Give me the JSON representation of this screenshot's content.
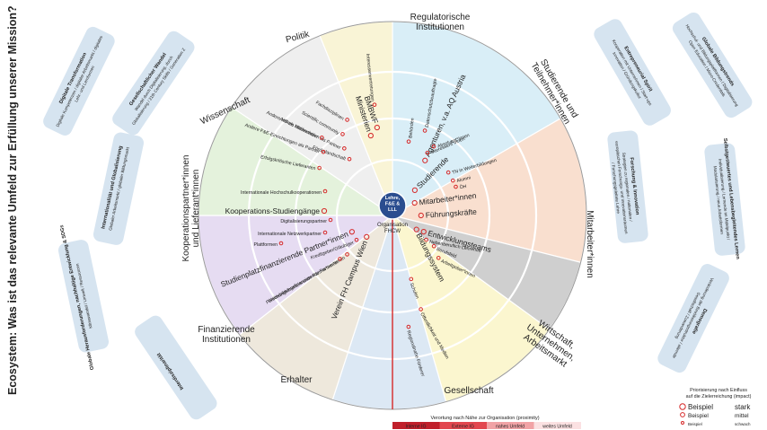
{
  "title": "Ecosystem: Was ist das relevante Umfeld zur Erfüllung unserer Mission?",
  "center": {
    "lines": [
      "Lehre,",
      "F&E &",
      "LLL"
    ],
    "sub_lines": [
      "Organisation",
      "FHCW"
    ]
  },
  "sectors": [
    {
      "name": "Regulatorische Institutionen",
      "lines": [
        "Regulatorische",
        "Institutionen"
      ],
      "color": "#d9eef7",
      "label_color": "#2c4f8c"
    },
    {
      "name": "Studierende und Teilnehmer*innen",
      "lines": [
        "Studierende und",
        "Teilnehmer*innen"
      ],
      "color": "#f9dfcf",
      "label_color": "#b3621d"
    },
    {
      "name": "Mitarbeiter*innen",
      "lines": [
        "Mitarbeiter*innen"
      ],
      "color": "#cfcfcf",
      "label_color": "#444444"
    },
    {
      "name": "Wirtschaft, Unternehmen, Arbeitsmarkt",
      "lines": [
        "Wirtschaft,",
        "Unternehmen,",
        "Arbeitsmarkt"
      ],
      "color": "#fbf6cf",
      "label_color": "#c48a1a"
    },
    {
      "name": "Gesellschaft",
      "lines": [
        "Gesellschaft"
      ],
      "color": "#dce8f4",
      "label_color": "#2c4f8c"
    },
    {
      "name": "Erhalter",
      "lines": [
        "Erhalter"
      ],
      "color": "#eee8dc",
      "label_color": "#6b5a2a"
    },
    {
      "name": "Finanzierende Institutionen",
      "lines": [
        "Finanzierende",
        "Institutionen"
      ],
      "color": "#e6dcf2",
      "label_color": "#6a3d9a"
    },
    {
      "name": "Kooperationspartner*innen und Lieferant*innen",
      "lines": [
        "Kooperationspartner*innen",
        "und Lieferant*innen"
      ],
      "color": "#e4f2dc",
      "label_color": "#4b8a2e"
    },
    {
      "name": "Wissenschaft",
      "lines": [
        "Wissenschaft"
      ],
      "color": "#efefef",
      "label_color": "#333333"
    },
    {
      "name": "Politik",
      "lines": [
        "Politik"
      ],
      "color": "#f9f4d6",
      "label_color": "#8a7a2a"
    }
  ],
  "items": [
    {
      "text": "Agenturen, v.a. AQ Austria",
      "size": "l"
    },
    {
      "text": "Datenschutzbeauftragte",
      "size": "s"
    },
    {
      "text": "Behörden",
      "size": "s"
    },
    {
      "text": "Studierende",
      "size": "l"
    },
    {
      "text": "Interessent*innen",
      "size": "s"
    },
    {
      "text": "Absolvent*innen",
      "size": "s"
    },
    {
      "text": "TN in Weiterbildungen",
      "size": "s"
    },
    {
      "text": "Alumni",
      "size": "s"
    },
    {
      "text": "ÖH",
      "size": "s"
    },
    {
      "text": "Mitarbeiter*innen",
      "size": "l"
    },
    {
      "text": "Führungskräfte",
      "size": "l"
    },
    {
      "text": "Nebenberuflich Lehrende",
      "size": "s"
    },
    {
      "text": "Entwicklungsteams",
      "size": "l"
    },
    {
      "text": "Berufsfeld",
      "size": "s"
    },
    {
      "text": "Arbeitgeber*innen",
      "size": "s"
    },
    {
      "text": "Bildungssystem",
      "size": "l"
    },
    {
      "text": "Schulen",
      "size": "s"
    },
    {
      "text": "Öffentlichkeit und Medien",
      "size": "s"
    },
    {
      "text": "Regionalnahe Förderer",
      "size": "s"
    },
    {
      "text": "Verein FH Campus Wien",
      "size": "l"
    },
    {
      "text": "Studienplatzfinanzierende Partner*innen",
      "size": "l"
    },
    {
      "text": "Kreditgeber/Gläubiger",
      "size": "s"
    },
    {
      "text": "Weiterbildungsfinanzierende Partner*innen",
      "size": "s"
    },
    {
      "text": "Forschungsfinanzierende Partner*innen",
      "size": "s"
    },
    {
      "text": "Kooperations-Studiengänge",
      "size": "l"
    },
    {
      "text": "Erfolgskritische Lieferanten",
      "size": "s"
    },
    {
      "text": "Internationale Hochschulkooperationen",
      "size": "s"
    },
    {
      "text": "Digitalisierungspartner",
      "size": "s"
    },
    {
      "text": "Internationale Netzwerkpartner",
      "size": "s"
    },
    {
      "text": "Plattformen",
      "size": "s"
    },
    {
      "text": "Fachdisziplinen",
      "size": "s"
    },
    {
      "text": "Scientific community",
      "size": "s"
    },
    {
      "text": "Andere Hochschulen als Partner",
      "size": "s"
    },
    {
      "text": "Andere HS als Mitbewerber",
      "size": "s"
    },
    {
      "text": "Förderlandschaft",
      "size": "s"
    },
    {
      "text": "Andere F&E-Einrichtungen als Partner",
      "size": "s"
    },
    {
      "text": "Ministerien",
      "size": "l"
    },
    {
      "text": "BMBWF",
      "size": "l"
    },
    {
      "text": "Interessenvertretungen",
      "size": "s"
    }
  ],
  "trends_left": [
    {
      "title": "Digitale Transformation",
      "lines": [
        "Digitale Kompetenzen / digitaler Arbeitsmarkt / digitales",
        "Lehr- und Lernformen"
      ]
    },
    {
      "title": "Gesellschaftlicher Wandel",
      "lines": [
        "Wandel durch Digitalisierung, durch",
        "Globalisierung / 21th Century Skills / Generation Z"
      ]
    },
    {
      "title": "Internationalität und Globalisierung",
      "lines": [
        "Globaler Arbeitsmarkt / globaler Bildungsmarkt"
      ]
    },
    {
      "title": "Globale Herausforderungen, nachhaltige Entwicklung & SDGs",
      "lines": [
        "Klimawandel / Umwelt / Ressourcen"
      ]
    },
    {
      "title": "Interdisziplinarität",
      "lines": []
    }
  ],
  "trends_right": [
    {
      "title": "Globale Bildungstrends",
      "lines": [
        "Hochschul- und Bildungsplattformen / Digitalisierung",
        "Open Education / Micro-Credentials"
      ]
    },
    {
      "title": "Entrepreneurial Spirit",
      "lines": [
        "Kooperation mit Unternehmen / Start-ups",
        "Innovation / Gründungskultur"
      ]
    },
    {
      "title": "Forschung & Innovation",
      "lines": [
        "Strategien zu regionalen / nationalen /",
        "europäischen Forschungs- und Innovationsräumen",
        "/ Forschungsgeleitete Lehre"
      ]
    },
    {
      "title": "Selbstgesteuertes und Lebensbegleitendes Lernen",
      "lines": [
        "Individualisierung / Lernende im Mittelpunkt /",
        "Modularisierung / neue Arbeitsformen"
      ]
    },
    {
      "title": "Demografie",
      "lines": [
        "Veränderung der Bevölkerungsstruktur / alternde",
        "Gesellschaft / Zuwanderung"
      ]
    }
  ],
  "legend_proximity": {
    "title": "Verortung nach Nähe zur Organisation (proximity)",
    "labels": [
      "Interne IG",
      "Externe IG",
      "nahes Umfeld",
      "weites Umfeld"
    ]
  },
  "legend_impact": {
    "title_lines": [
      "Priorisierung nach Einfluss",
      "auf die Zielerreichung (impact)"
    ],
    "rows": [
      {
        "example": "Beispiel",
        "level": "stark"
      },
      {
        "example": "Beispiel",
        "level": "mittel"
      },
      {
        "example": "Beispiel",
        "level": "schwach"
      }
    ]
  },
  "colors": {
    "title": "#c0392b",
    "hub": "#2a4d8f",
    "marker": "#d62828",
    "trend_band": "#d6e4f0",
    "trend_title": "#1f3a66"
  }
}
